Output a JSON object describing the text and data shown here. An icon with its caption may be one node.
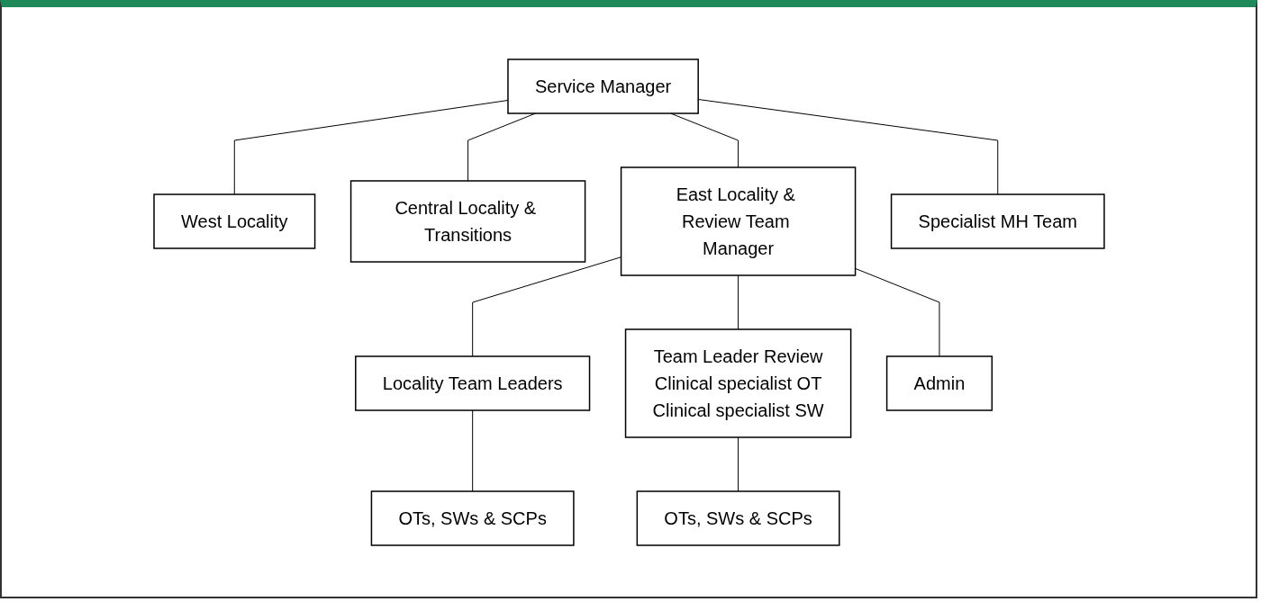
{
  "diagram": {
    "nodes": [
      {
        "text": [
          "Service Manager"
        ]
      },
      {
        "text": [
          "West Locality"
        ]
      },
      {
        "text": [
          "Central Locality & Transitions"
        ]
      },
      {
        "text": [
          "East Locality & Review Team Manager"
        ]
      },
      {
        "text": [
          "Specialist MH Team"
        ]
      },
      {
        "text": [
          "Locality Team Leaders"
        ]
      },
      {
        "text": [
          "Team Leader Review",
          "Clinical specialist OT",
          "Clinical specialist SW"
        ]
      },
      {
        "text": [
          "OTs, SWs & SCPs"
        ]
      },
      {
        "text": [
          "Admin"
        ]
      },
      {
        "text": [
          "OTs, SWs & SCPs"
        ]
      }
    ],
    "edges": [
      {
        "from": 0,
        "to": 1,
        "arrow": "none"
      },
      {
        "from": 0,
        "to": 2,
        "arrow": "none"
      },
      {
        "from": 0,
        "to": 3,
        "arrow": "none"
      },
      {
        "from": 0,
        "to": 4,
        "arrow": "none"
      },
      {
        "from": 3,
        "to": 5,
        "arrow": "none"
      },
      {
        "from": 3,
        "to": 8,
        "arrow": "none"
      },
      {
        "from": 3,
        "to": 6,
        "arrow": "none"
      },
      {
        "from": 5,
        "to": 7,
        "arrow": "none"
      },
      {
        "from": 6,
        "to": 9,
        "arrow": "none"
      }
    ]
  }
}
